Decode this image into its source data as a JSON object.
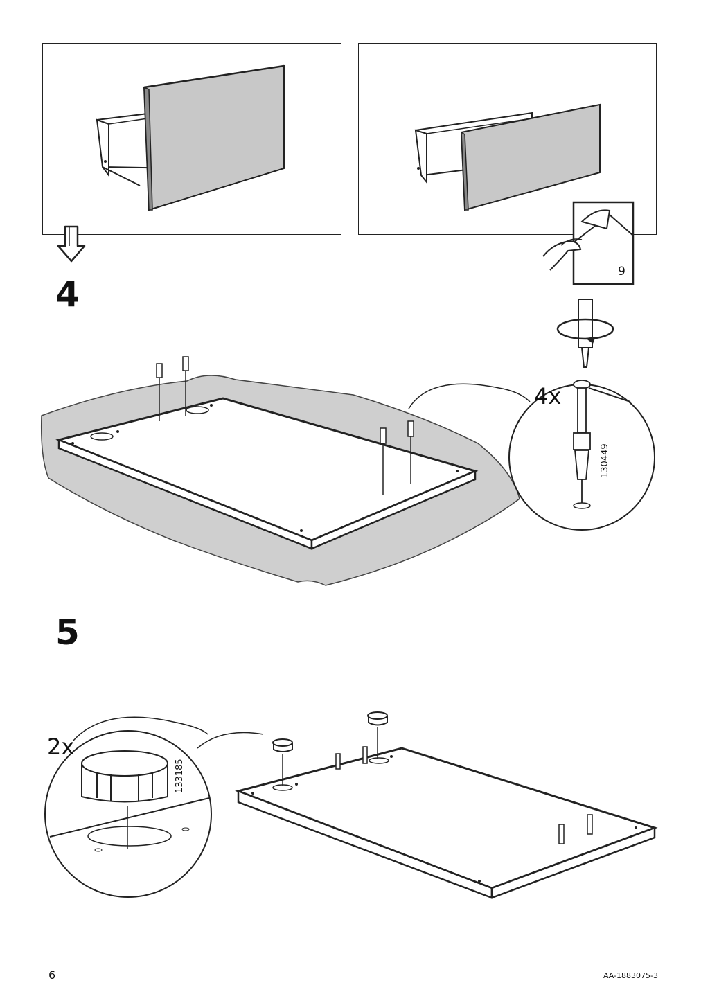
{
  "steps": [
    {
      "number": "4",
      "quantity": "4x",
      "part_number": "130449",
      "reference_page": "9"
    },
    {
      "number": "5",
      "quantity": "2x",
      "part_number": "133185"
    }
  ],
  "footer": {
    "page_number": "6",
    "document_code": "AA-1883075-3"
  },
  "icons": [
    "arrow-down-icon",
    "peel-sticker-icon",
    "screwdriver-rotate-icon"
  ],
  "colors": {
    "line": "#222222",
    "panel_fill": "#c8c8c8",
    "carpet_fill": "#cfcfcf"
  }
}
